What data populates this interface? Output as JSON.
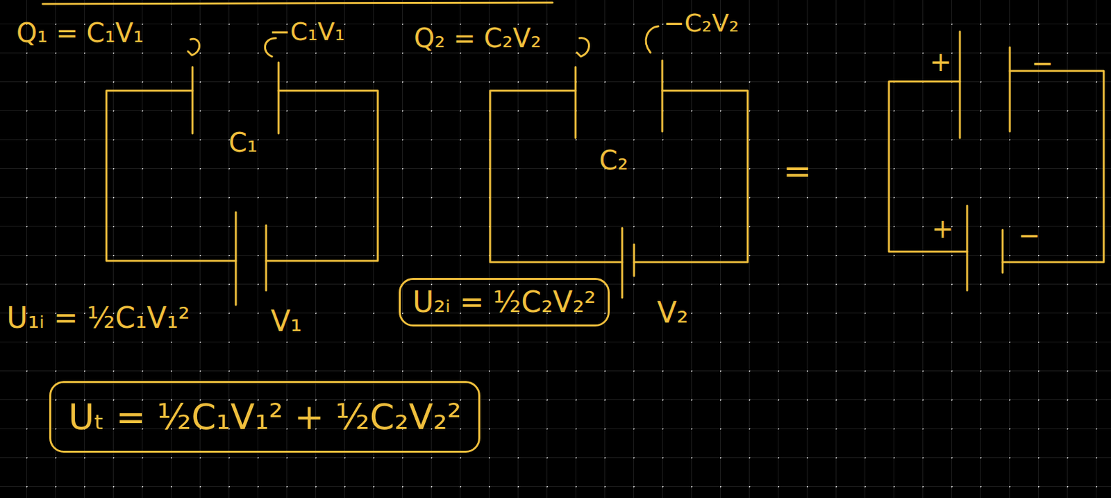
{
  "diagram": {
    "nodes": [
      {
        "text": [
          "U₂ᵢ = ½C₂V₂²"
        ]
      },
      {
        "text": [
          "Uₜ = ½C₁V₁² + ½C₂V₂²"
        ]
      }
    ],
    "labels": [
      "Q₁ = C₁V₁",
      "−C₁V₁",
      "Q₂ = C₂V₂",
      "−C₂V₂",
      "+",
      "−",
      "C₁",
      "C₂",
      "=",
      "+",
      "−",
      "U₁ᵢ = ½C₁V₁²",
      "V₁",
      "V₂"
    ]
  }
}
